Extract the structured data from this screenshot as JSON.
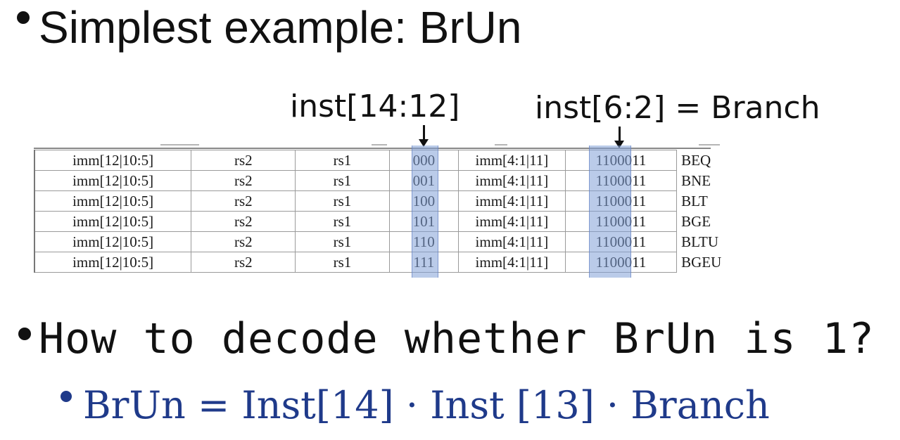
{
  "slide": {
    "title": "Simplest example: BrUn",
    "callout_funct3": "inst[14:12]",
    "callout_opcode": "inst[6:2] = Branch",
    "question": "How to decode whether BrUn is 1?",
    "formula": "BrUn = Inst[14] · Inst [13] · Branch"
  },
  "table": {
    "rows": [
      {
        "imm_hi": "imm[12|10:5]",
        "rs2": "rs2",
        "rs1": "rs1",
        "funct3": "000",
        "imm_lo": "imm[4:1|11]",
        "opcode": "1100011",
        "name": "BEQ"
      },
      {
        "imm_hi": "imm[12|10:5]",
        "rs2": "rs2",
        "rs1": "rs1",
        "funct3": "001",
        "imm_lo": "imm[4:1|11]",
        "opcode": "1100011",
        "name": "BNE"
      },
      {
        "imm_hi": "imm[12|10:5]",
        "rs2": "rs2",
        "rs1": "rs1",
        "funct3": "100",
        "imm_lo": "imm[4:1|11]",
        "opcode": "1100011",
        "name": "BLT"
      },
      {
        "imm_hi": "imm[12|10:5]",
        "rs2": "rs2",
        "rs1": "rs1",
        "funct3": "101",
        "imm_lo": "imm[4:1|11]",
        "opcode": "1100011",
        "name": "BGE"
      },
      {
        "imm_hi": "imm[12|10:5]",
        "rs2": "rs2",
        "rs1": "rs1",
        "funct3": "110",
        "imm_lo": "imm[4:1|11]",
        "opcode": "1100011",
        "name": "BLTU"
      },
      {
        "imm_hi": "imm[12|10:5]",
        "rs2": "rs2",
        "rs1": "rs1",
        "funct3": "111",
        "imm_lo": "imm[4:1|11]",
        "opcode": "1100011",
        "name": "BGEU"
      }
    ]
  },
  "colors": {
    "text": "#111111",
    "formula": "#1f3a8a",
    "highlight": "#82a0d7"
  }
}
